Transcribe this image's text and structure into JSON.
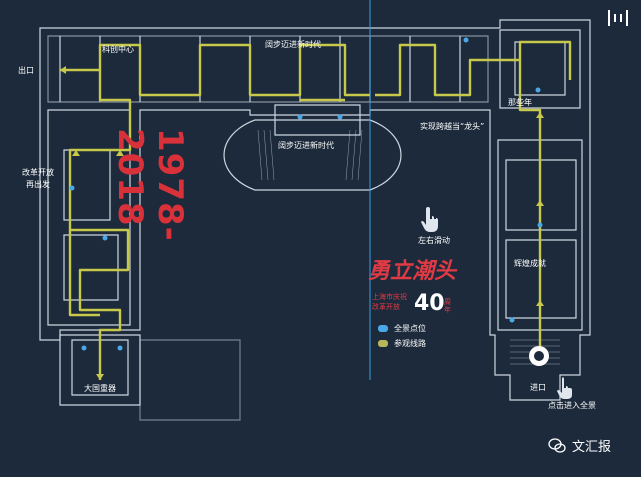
{
  "labels": {
    "exit": "出口",
    "innovation_center": "科创中心",
    "new_era_top": "阔步迈进新时代",
    "new_era_bottom": "阔步迈进新时代",
    "leap": "实现跨越当“龙头”",
    "that_year": "那些年",
    "reform_line1": "改革开放",
    "reform_line2": "再出发",
    "hint": "左右滑动",
    "achievements": "辉煌成就",
    "heavy_weapon": "大国重器",
    "entrance": "进口",
    "enter_panorama": "点击进入全景"
  },
  "years_banner": "1978-2018",
  "logo": {
    "title": "勇立潮头",
    "sub1": "上海市庆祝",
    "sub2": "改革开放",
    "number": "40",
    "side": "周年"
  },
  "legend": {
    "items": [
      {
        "label": "全景点位",
        "color": "#4aa8e8"
      },
      {
        "label": "参观线路",
        "color": "#b8b85a"
      }
    ]
  },
  "brand": {
    "name": "文汇报"
  },
  "colors": {
    "background": "#1c2a3b",
    "walls": "#ffffff",
    "route": "#c8c84a",
    "panorama_dot": "#4aa8e8",
    "accent_red": "#d8313a",
    "divider": "#3a9fe0"
  }
}
